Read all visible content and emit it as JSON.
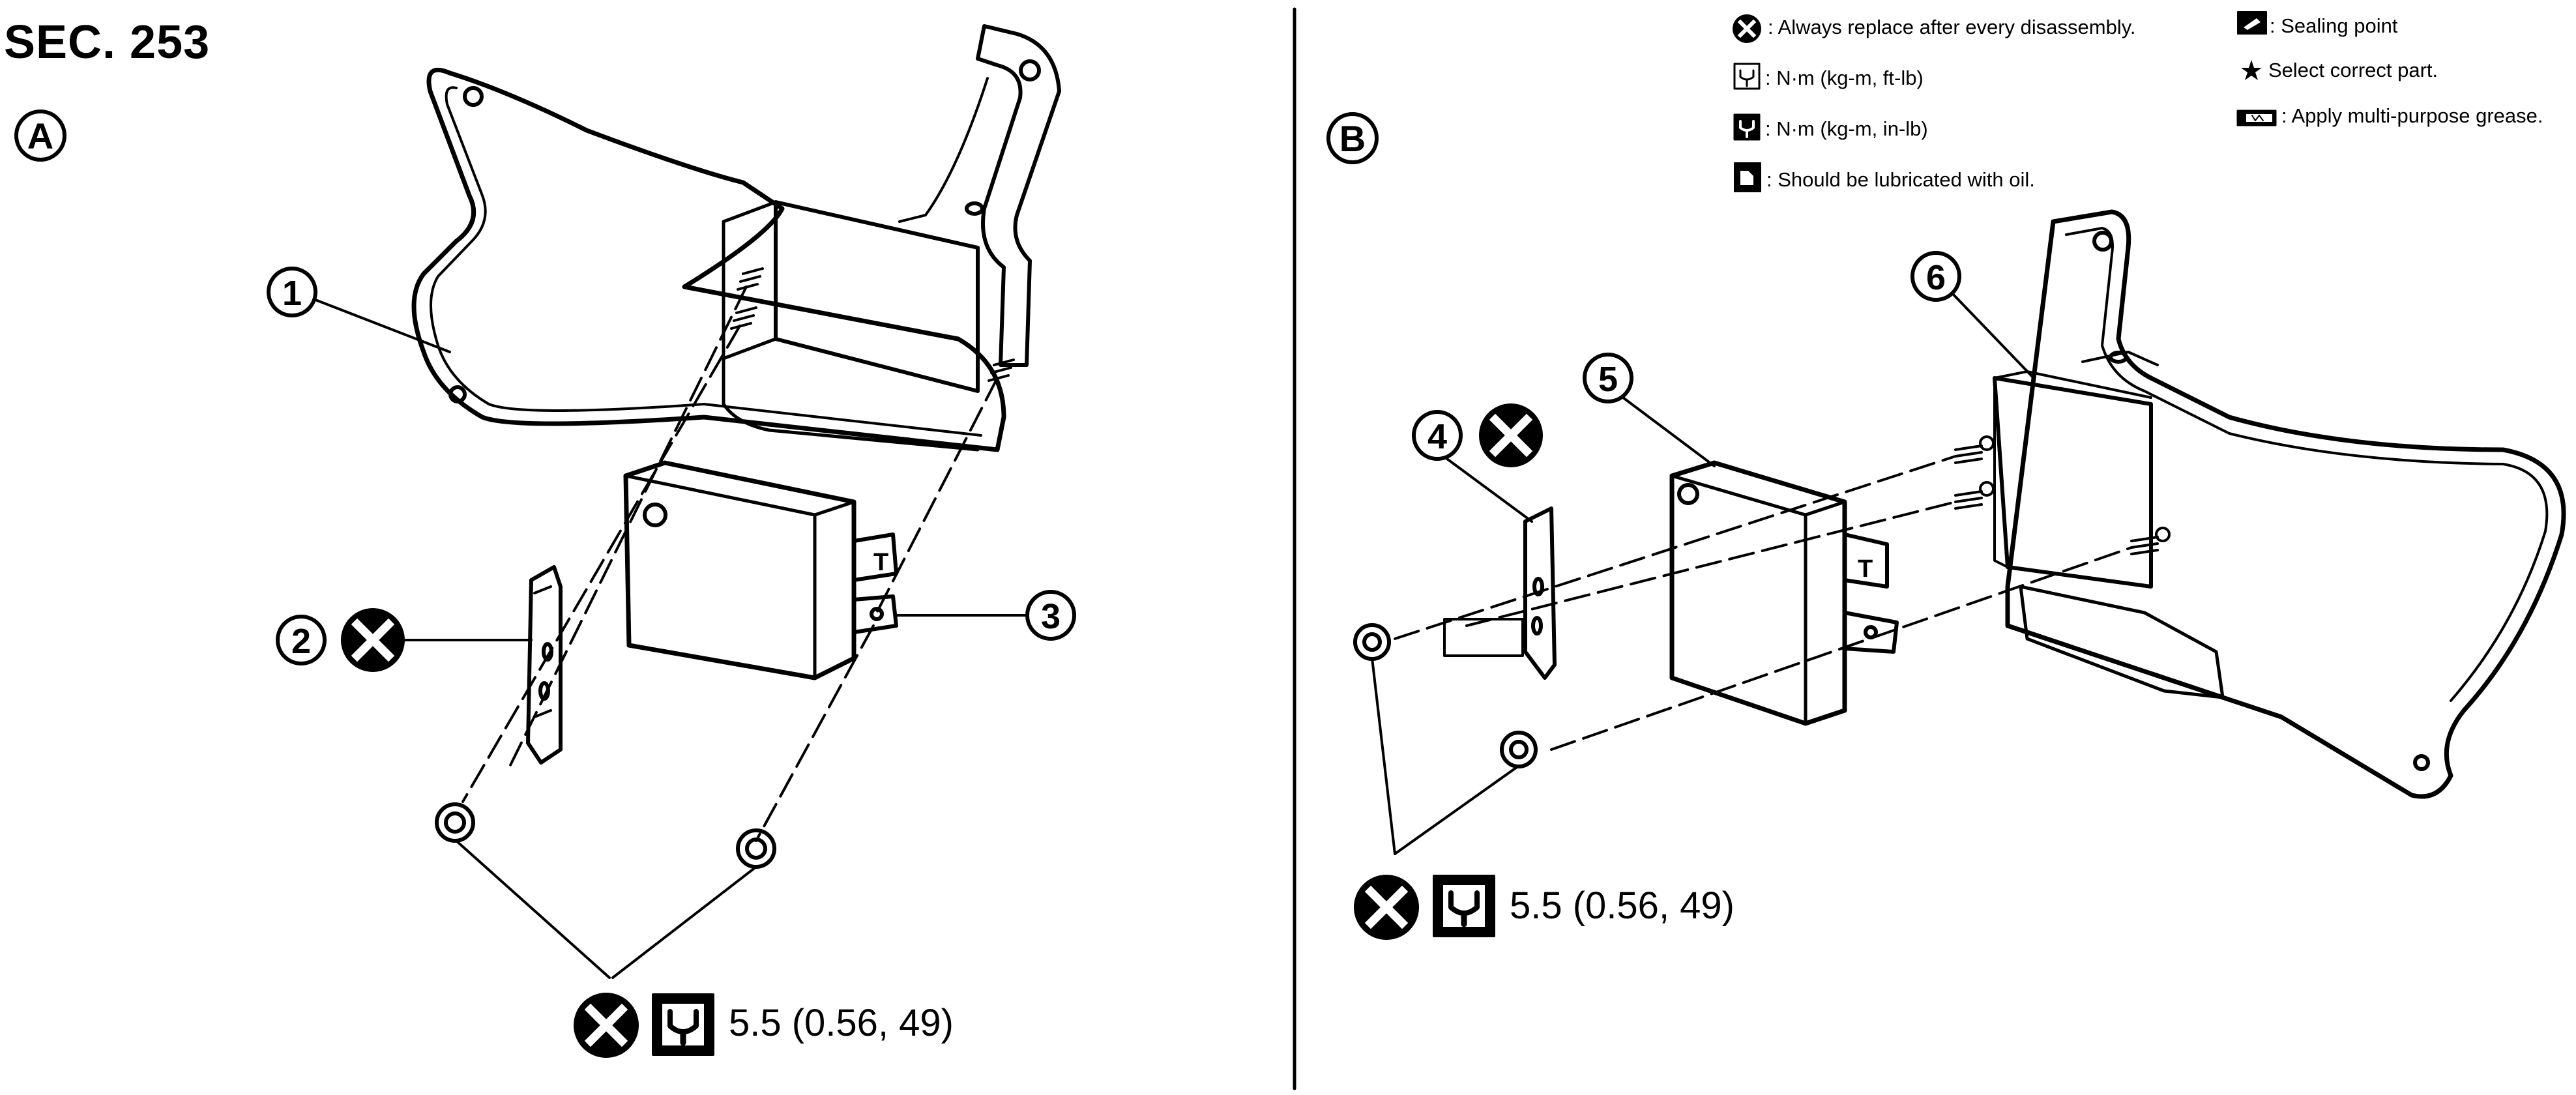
{
  "section": "SEC. 253",
  "views": [
    {
      "id": "A",
      "marker": "A"
    },
    {
      "id": "B",
      "marker": "B"
    }
  ],
  "callouts": [
    "1",
    "2",
    "3",
    "4",
    "5",
    "6"
  ],
  "legend": {
    "always_replace": ": Always replace after every disassembly.",
    "torque_ftlb": ": N·m (kg-m, ft-lb)",
    "torque_inlb": ": N·m (kg-m, in-lb)",
    "lubricate_oil": ": Should be lubricated with oil.",
    "sealing_point": ": Sealing point",
    "select_part": "Select correct part.",
    "grease": ": Apply multi-purpose grease."
  },
  "torque_spec_a": "5.5 (0.56, 49)",
  "torque_spec_b": "5.5 (0.56, 49)",
  "icons": [
    "replace-x-icon",
    "torque-wrench-icon",
    "oil-can-icon",
    "sealing-point-icon",
    "star-icon",
    "grease-icon"
  ],
  "colors": {
    "line": "#000000",
    "background": "#ffffff"
  }
}
